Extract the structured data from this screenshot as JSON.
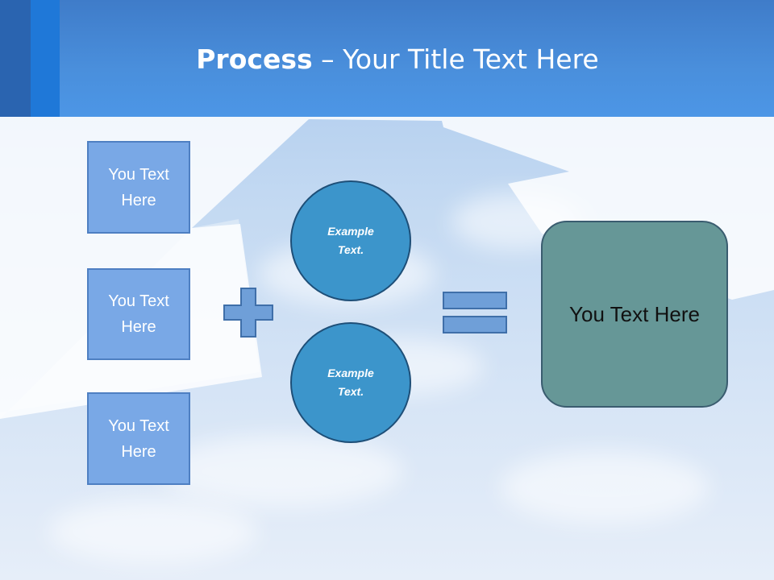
{
  "slide": {
    "title_bold": "Process",
    "title_rest": " – Your Title Text Here",
    "input_boxes": [
      "You Text Here",
      "You Text Here",
      "You Text Here"
    ],
    "circles": [
      "Example Text.",
      "Example Text."
    ],
    "result": "You Text Here"
  },
  "colors": {
    "header": "#4a8fdc",
    "box_fill": "#79a8e6",
    "circle_fill": "#3c95cb",
    "result_fill": "#669797",
    "operator_fill": "#6f9fd8"
  },
  "icons": {
    "plus": "plus-sign-icon",
    "equals": "equals-sign-icon"
  }
}
